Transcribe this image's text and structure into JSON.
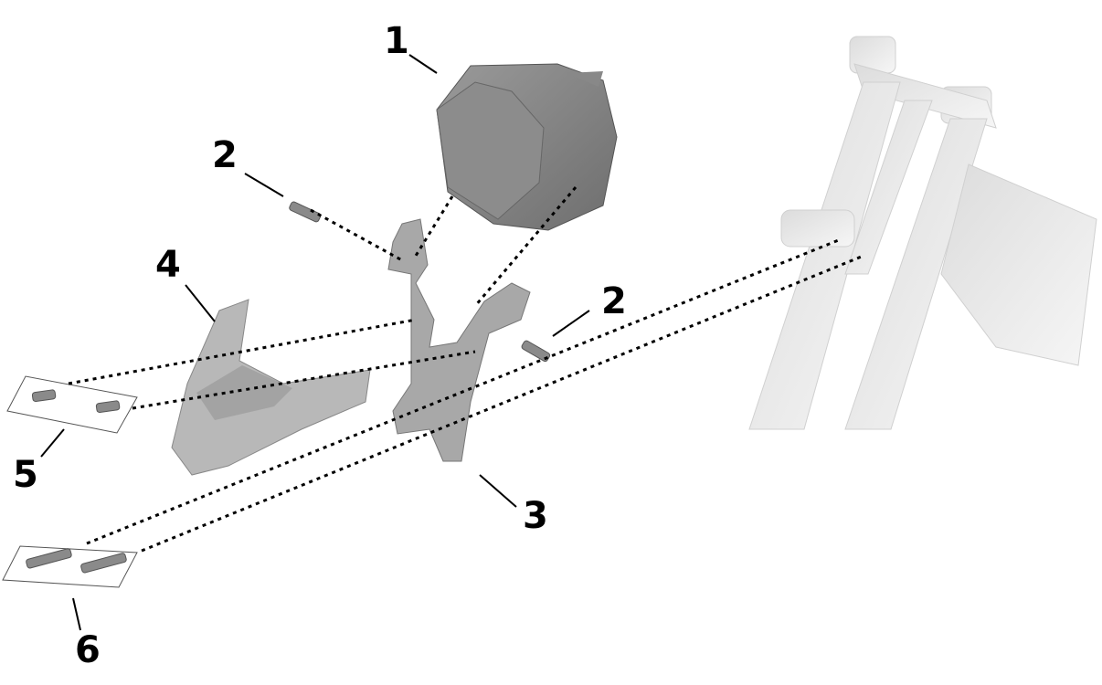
{
  "diagram": {
    "type": "exploded parts diagram",
    "callouts": [
      {
        "id": "headlight",
        "label": "1"
      },
      {
        "id": "screw-upper-left",
        "label": "2"
      },
      {
        "id": "screw-right",
        "label": "2"
      },
      {
        "id": "bracket",
        "label": "3"
      },
      {
        "id": "cover",
        "label": "4"
      },
      {
        "id": "screw-set-cover",
        "label": "5"
      },
      {
        "id": "screw-set-bracket",
        "label": "6"
      }
    ]
  },
  "colors": {
    "part": "#8a8a8a",
    "part_light": "#b5b5b5",
    "ghost": "#e4e4e4",
    "line": "#000000"
  }
}
